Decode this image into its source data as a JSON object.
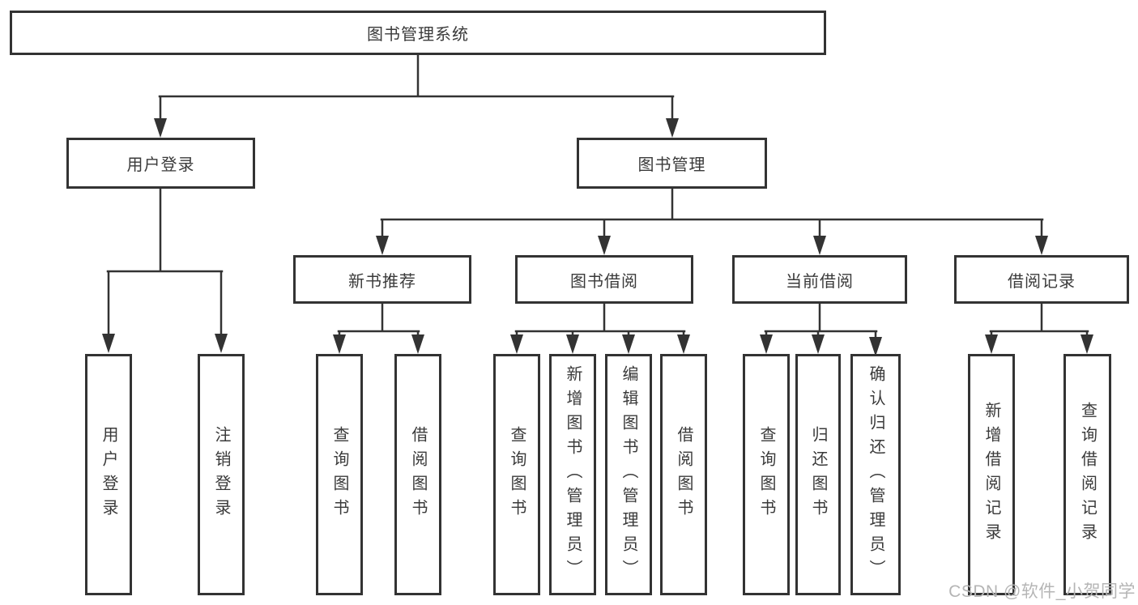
{
  "page": {
    "background_color": "#ffffff",
    "line_color": "#333333",
    "text_color": "#3a3a3a",
    "watermark_color": "#b5b5b5"
  },
  "nodes": {
    "root": "图书管理系统",
    "user_login": "用户登录",
    "book_management": "图书管理",
    "new_book_recommend": "新书推荐",
    "book_borrowing": "图书借阅",
    "current_borrowing": "当前借阅",
    "borrowing_records": "借阅记录"
  },
  "leaves": {
    "user_login_group": [
      "用户登录",
      "注销登录"
    ],
    "new_book_recommend_group": [
      "查询图书",
      "借阅图书"
    ],
    "book_borrowing_group": [
      "查询图书",
      "新增图书（管理员）",
      "编辑图书（管理员）",
      "借阅图书"
    ],
    "current_borrowing_group": [
      "查询图书",
      "归还图书",
      "确认归还（管理员）"
    ],
    "borrowing_records_group": [
      "新增借阅记录",
      "查询借阅记录"
    ]
  },
  "watermark": "CSDN @软件_小贺同学"
}
